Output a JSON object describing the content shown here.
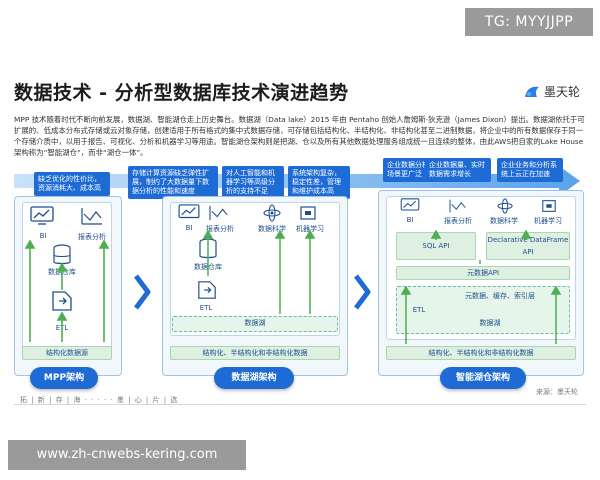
{
  "watermark_top": "TG: MYYJJPP",
  "watermark_bottom": "www.zh-cnwebs-kering.com",
  "title": "数据技术 - 分析型数据库技术演进趋势",
  "brand": "墨天轮",
  "intro": "MPP 技术随着时代不断向前发展，数据湖、智能湖仓走上历史舞台。数据湖（Data lake）2015 年由 Pentaho 创始人詹姆斯·狄克逊（James Dixon）提出。数据湖依托于可扩展的、低成本分布式存储或云对象存储，创建适用于所有格式的集中式数据存储，可存储包括结构化、半结构化、非结构化甚至二进制数据，将企业中的所有数据保存于同一个存储介质中，以用于报告、可视化、分析和机器学习等用途。智能湖仓架构则是把湖、仓以及所有其他数据处理服务组成统一且连续的整体，由此AWS把自家的Lake House架构称为“智能湖仓”，而非“湖仓一体”。",
  "captions": [
    "缺乏优化的性价比，资源消耗大、成本高",
    "存储计算资源缺乏弹性扩展，制约了大数据量下数据分析的性能和速度",
    "对人工智能和机器学习等高级分析的支持不足",
    "系统架构复杂，稳定性差，管理和维护成本高",
    "企业数据分析应用场景更广泛",
    "企业数据量、实时数据需求增长",
    "企业业务和分析系统上云正在加速"
  ],
  "mpp": {
    "labels": [
      "BI",
      "报表分析",
      "数据仓库",
      "ETL",
      "结构化数据源"
    ],
    "name": "MPP架构"
  },
  "lake": {
    "labels": [
      "BI",
      "报表分析",
      "数据科学",
      "机器学习",
      "数据仓库",
      "ETL",
      "数据湖",
      "结构化、半结构化和非结构化数据"
    ],
    "name": "数据湖架构"
  },
  "smart": {
    "labels": [
      "BI",
      "报表分析",
      "数据科学",
      "机器学习",
      "SQL API",
      "Declarative DataFrame API",
      "元数据API",
      "元数据、缓存、索引层",
      "ETL",
      "数据湖",
      "结构化、半结构化和非结构化数据"
    ],
    "name": "智能湖仓架构"
  },
  "footer_left": "拓 | 新 | 存 | 海 · · · · · 墨 | 心 | 片 | 选",
  "footer_source": "来源：墨天轮",
  "colors": {
    "accent": "#1e6bd6",
    "panel": "#f2f7fc",
    "green": "#4caf50",
    "chevron": "#1e6bd6"
  }
}
